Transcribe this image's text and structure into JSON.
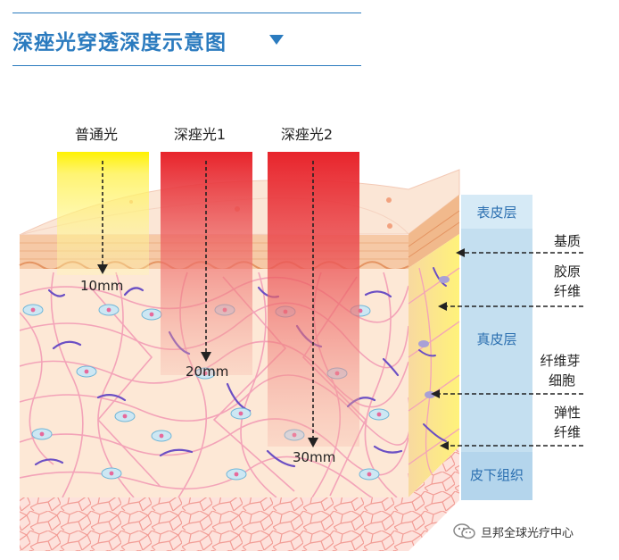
{
  "title": "深痤光穿透深度示意图",
  "colors": {
    "accent": "#2b7bbf",
    "epidermis_box": "#d6eaf6",
    "dermis_box": "#c4dff0",
    "subcut_box": "#b4d5ec",
    "label_text": "#2b6fb0"
  },
  "lights": [
    {
      "label": "普通光",
      "depth": "10mm"
    },
    {
      "label": "深痤光1",
      "depth": "20mm"
    },
    {
      "label": "深痤光2",
      "depth": "30mm"
    }
  ],
  "layers": [
    {
      "label": "表皮层"
    },
    {
      "label": "真皮层"
    },
    {
      "label": "皮下组织"
    }
  ],
  "structures": [
    {
      "label": "基质"
    },
    {
      "label": "胶原\n纤维",
      "line1": "胶原",
      "line2": "纤维"
    },
    {
      "label": "纤维芽\n细胞",
      "line1": "纤维芽",
      "line2": "细胞"
    },
    {
      "label": "弹性\n纤维",
      "line1": "弹性",
      "line2": "纤维"
    }
  ],
  "watermark": "旦邦全球光疗中心"
}
